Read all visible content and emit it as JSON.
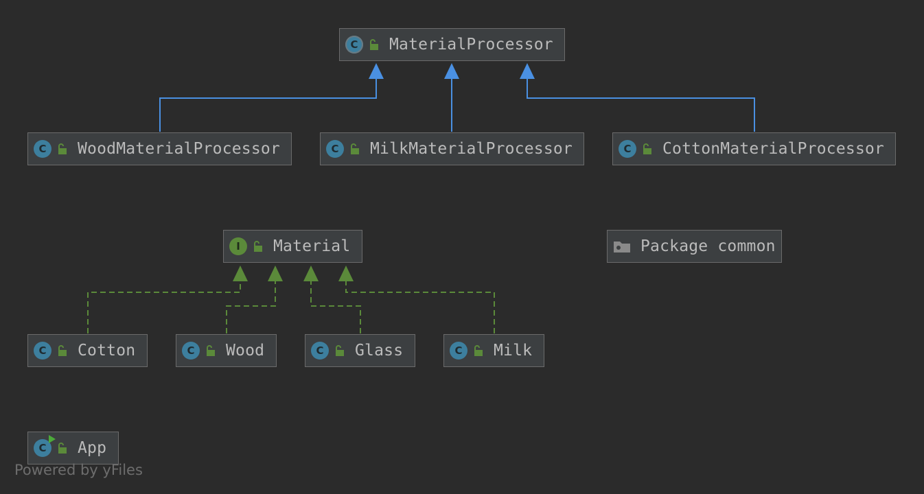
{
  "nodes": {
    "material_processor": {
      "label": "MaterialProcessor",
      "kind": "C"
    },
    "wood_material_processor": {
      "label": "WoodMaterialProcessor",
      "kind": "C"
    },
    "milk_material_processor": {
      "label": "MilkMaterialProcessor",
      "kind": "C"
    },
    "cotton_material_processor": {
      "label": "CottonMaterialProcessor",
      "kind": "C"
    },
    "material": {
      "label": "Material",
      "kind": "I"
    },
    "package_common": {
      "label": "Package common"
    },
    "cotton": {
      "label": "Cotton",
      "kind": "C"
    },
    "wood": {
      "label": "Wood",
      "kind": "C"
    },
    "glass": {
      "label": "Glass",
      "kind": "C"
    },
    "milk": {
      "label": "Milk",
      "kind": "C"
    },
    "app": {
      "label": "App",
      "kind": "C"
    }
  },
  "footer": "Powered by yFiles",
  "colors": {
    "background": "#2b2b2b",
    "node_fill": "#3c3f41",
    "node_border": "#6b6b6b",
    "extends_edge": "#4a90e2",
    "implements_edge": "#5b8a3a"
  }
}
